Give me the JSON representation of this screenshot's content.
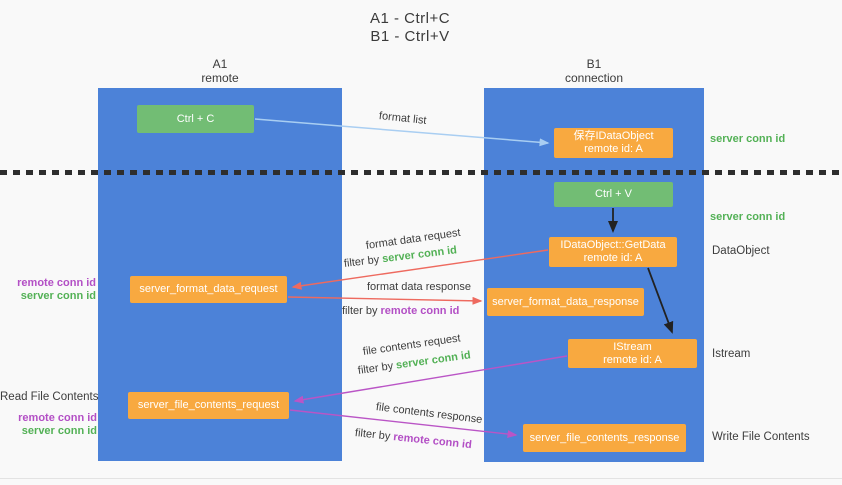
{
  "title": {
    "line1": "A1 - Ctrl+C",
    "line2": "B1 - Ctrl+V"
  },
  "lanes": {
    "left": {
      "name": "A1",
      "role": "remote"
    },
    "right": {
      "name": "B1",
      "role": "connection"
    }
  },
  "nodes": {
    "ctrl_c": {
      "label": "Ctrl + C"
    },
    "save_idataobject": {
      "line1": "保存IDataObject",
      "line2": "remote id: A"
    },
    "ctrl_v": {
      "label": "Ctrl + V"
    },
    "getdata": {
      "line1": "IDataObject::GetData",
      "line2": "remote id: A"
    },
    "format_request": {
      "label": "server_format_data_request"
    },
    "format_response": {
      "label": "server_format_data_response"
    },
    "istream": {
      "line1": "IStream",
      "line2": "remote id: A"
    },
    "file_request": {
      "label": "server_file_contents_request"
    },
    "file_response": {
      "label": "server_file_contents_response"
    }
  },
  "annotations": {
    "server_conn_id_top": "server conn id",
    "server_conn_id_mid": "server conn id",
    "dataobject": "DataObject",
    "istream": "Istream",
    "write_file_contents": "Write File Contents",
    "read_file_contents": "Read File Contents",
    "request1_remote_conn_id": "remote conn id",
    "request1_server_conn_id": "server conn id",
    "request2_remote_conn_id": "remote conn id",
    "request2_server_conn_id": "server conn id"
  },
  "arrows": {
    "format_list": {
      "label": "format list"
    },
    "format_data_request": {
      "label": "format data request",
      "filter_prefix": "filter by ",
      "filter_value": "server conn id"
    },
    "format_data_response": {
      "label": "format data response",
      "filter_prefix": "filter by ",
      "filter_value": "remote conn id"
    },
    "file_contents_request": {
      "label": "file contents request",
      "filter_prefix": "filter by ",
      "filter_value": "server conn id"
    },
    "file_contents_response": {
      "label": "file contents response",
      "filter_prefix": "filter by ",
      "filter_value": "remote conn id"
    }
  },
  "colors": {
    "lane_blue": "#4c82d8",
    "node_green": "#72bd74",
    "node_orange": "#f8a940",
    "arrow_light_blue": "#a9cef2",
    "arrow_red": "#ee6a5f",
    "arrow_magenta": "#ba55c6",
    "arrow_black": "#222222",
    "text_green": "#53b156",
    "text_purple": "#b34fc5",
    "text_dark": "#3d3d3d",
    "separator_dash": "#2e2e2e",
    "background": "#f9f9f9"
  }
}
